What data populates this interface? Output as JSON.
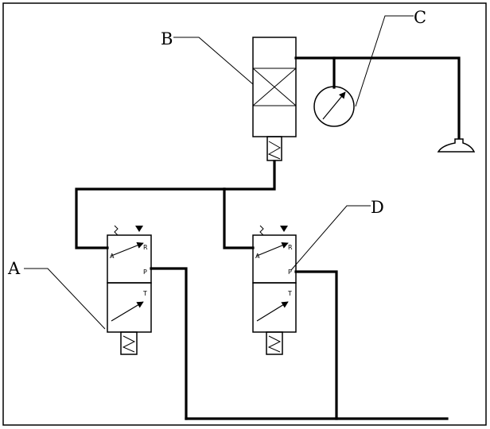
{
  "labels": {
    "a": "A",
    "b": "B",
    "c": "C",
    "d": "D"
  },
  "valve_ports": {
    "a": "A",
    "r": "R",
    "p": "P",
    "t": "T"
  },
  "colors": {
    "line": "#000000",
    "background": "#ffffff"
  },
  "components": {
    "valve_a": "solenoid-valve",
    "filter_b": "filter-element",
    "gauge_c": "pressure-gauge",
    "valve_d": "solenoid-valve",
    "suction_cup": "suction-cup"
  }
}
